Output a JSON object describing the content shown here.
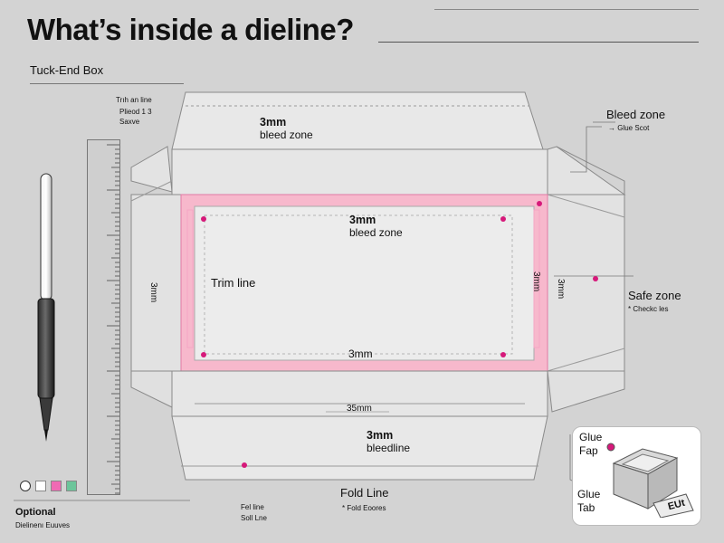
{
  "header": {
    "title": "What’s inside a dieline?",
    "subtitle": "Tuck-End Box"
  },
  "left_notes": {
    "line1": "Trıh an line",
    "line2": "Plieod 1 3",
    "line3": "Saxve"
  },
  "diagram": {
    "top_flap_zone_value": "3mm",
    "top_flap_zone_label": "bleed zone",
    "center_zone_value": "3mm",
    "center_zone_label": "bleed zone",
    "trim_line_label": "Trim line",
    "center_bottom_value": "3mm",
    "left_side_vertical": "3mm",
    "right_side_vertical_a": "3mm",
    "right_side_vertical_b": "3mm",
    "bottom_panel_dim": "35mm",
    "bottom_zone_value": "3mm",
    "bottom_zone_label": "bleedline",
    "fold_line_label": "Fold Line",
    "fold_sublabel": "* Fold Eoores",
    "fold_left_label_1": "Fel line",
    "fold_left_label_2": "Soll Lne"
  },
  "right_annotations": {
    "bleed_zone_title": "Bleed zone",
    "bleed_zone_sub": "→ Glue Scot",
    "safe_zone_title": "Safe zone",
    "safe_zone_sub": "* Checkc les"
  },
  "glue_panel": {
    "flap_label_1": "Glue",
    "flap_label_2": "Fap",
    "tab_label_1": "Glue",
    "tab_label_2": "Tab",
    "tab_tag": "EUt"
  },
  "legend": {
    "title": "Optional",
    "subtitle": "Dielinenı Euuves",
    "colors": [
      "#ffffff",
      "#f06ab4",
      "#6cc59a"
    ]
  },
  "colors": {
    "bleed_pink": "#f7b8cc",
    "marker_magenta": "#d6197a",
    "panel_fill": "#e6e6e6",
    "line_gray": "#8a8a8a"
  }
}
